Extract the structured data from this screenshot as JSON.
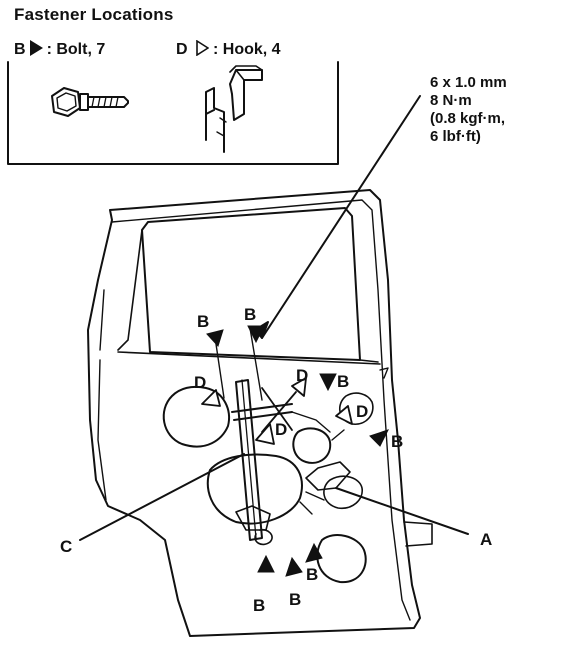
{
  "legend": {
    "title": "Fastener Locations",
    "bolt_letter": "B",
    "bolt_text": ": Bolt, 7",
    "hook_letter": "D",
    "hook_text": ": Hook, 4"
  },
  "spec": {
    "line1": "6 x 1.0 mm",
    "line2": "8 N·m",
    "line3": "(0.8 kgf·m,",
    "line4": "6 lbf·ft)"
  },
  "callouts": {
    "b": "B",
    "d": "D",
    "a": "A",
    "c": "C"
  }
}
